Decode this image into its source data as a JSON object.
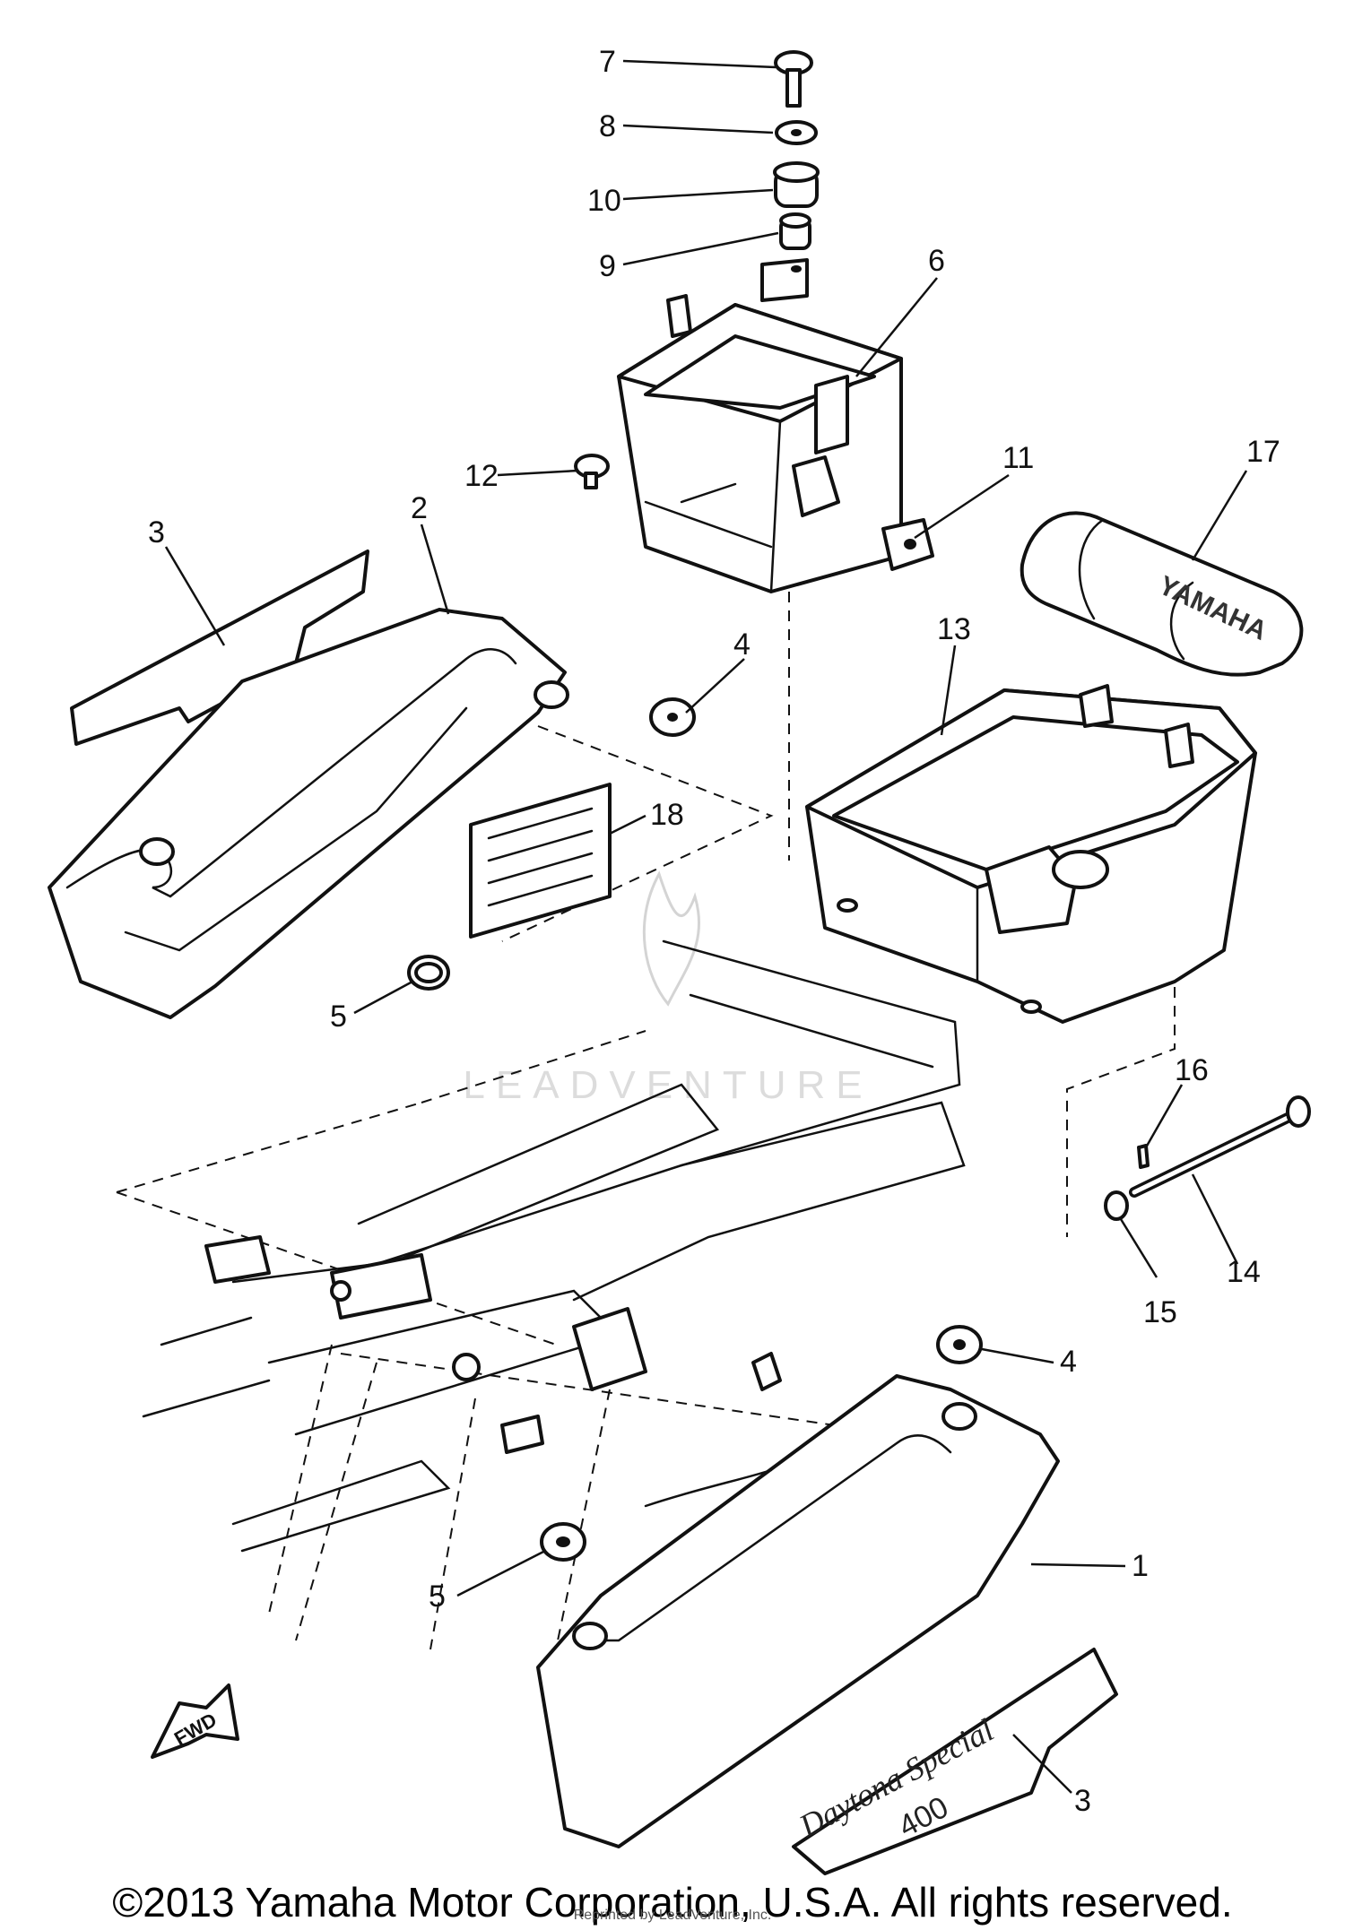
{
  "callouts": {
    "c1": "1",
    "c2": "2",
    "c3_top": "3",
    "c3_bottom": "3",
    "c4_top": "4",
    "c4_bottom": "4",
    "c5_top": "5",
    "c5_bottom": "5",
    "c6": "6",
    "c7": "7",
    "c8": "8",
    "c9": "9",
    "c10": "10",
    "c11": "11",
    "c12": "12",
    "c13": "13",
    "c14": "14",
    "c15": "15",
    "c16": "16",
    "c17": "17",
    "c18": "18"
  },
  "fwd_label": "FWD",
  "emblem_text": "YAMAHA",
  "side_badge": {
    "line1": "Daytona Special",
    "line2": "400"
  },
  "watermark": "LEADVENTURE",
  "copyright": "©2013 Yamaha Motor Corporation, U.S.A. All rights reserved.",
  "reprint_note": "Reprinted by LeadVenture, Inc."
}
